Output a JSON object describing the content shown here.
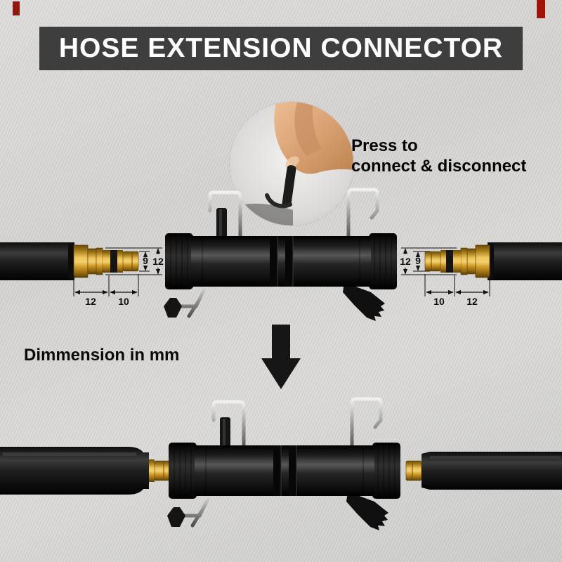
{
  "banner": {
    "title": "HOSE EXTENSION CONNECTOR"
  },
  "inset": {
    "line1": "Press to",
    "line2": "connect  & disconnect"
  },
  "note": "Dimmension in mm",
  "dims": {
    "left": {
      "tip_od": "9",
      "body_od": "12",
      "len_rear": "12",
      "len_front": "10"
    },
    "right": {
      "body_od": "12",
      "tip_od": "9",
      "len_front": "10",
      "len_rear": "12"
    }
  },
  "colors": {
    "banner_bg": "#3e3e3e",
    "banner_text": "#ffffff",
    "brass": "#d8a52f",
    "hose_black": "#161616",
    "corner_mark": "#8e1a0f"
  }
}
